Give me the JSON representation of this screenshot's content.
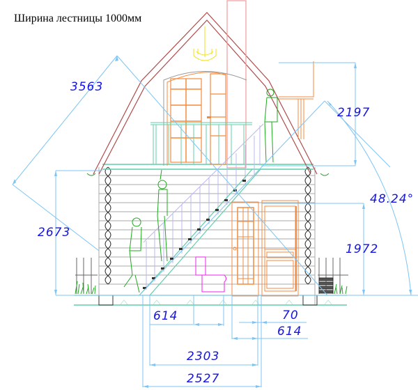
{
  "title": "Ширина лестницы 1000мм",
  "drawing": {
    "type": "architectural-elevation",
    "subject": "house facade with interior staircase to mansard floor",
    "colors": {
      "dimension_line": "#7cc4f5",
      "dimension_text": "#1414e6",
      "roof": "#b04a4a",
      "chimney": "#f29a9a",
      "windows_doors": "#f58a3c",
      "railing_floor": "#5fcfa8",
      "stair_balusters": "#b8b8ee",
      "people": "#1ea81e",
      "chandelier": "#f0e020",
      "toilet": "#ee22ee",
      "walls_logs": "#333333",
      "siding": "#9a9a9a"
    }
  },
  "dimensions": {
    "roof_slope_length": "3563",
    "attic_height": "2197",
    "ground_floor_height": "2673",
    "door_height": "1972",
    "stair_angle": "48.24°",
    "stair_offset_left": "614",
    "step_70": "70",
    "stair_offset_right": "614",
    "stair_run": "2303",
    "stair_total": "2527"
  }
}
